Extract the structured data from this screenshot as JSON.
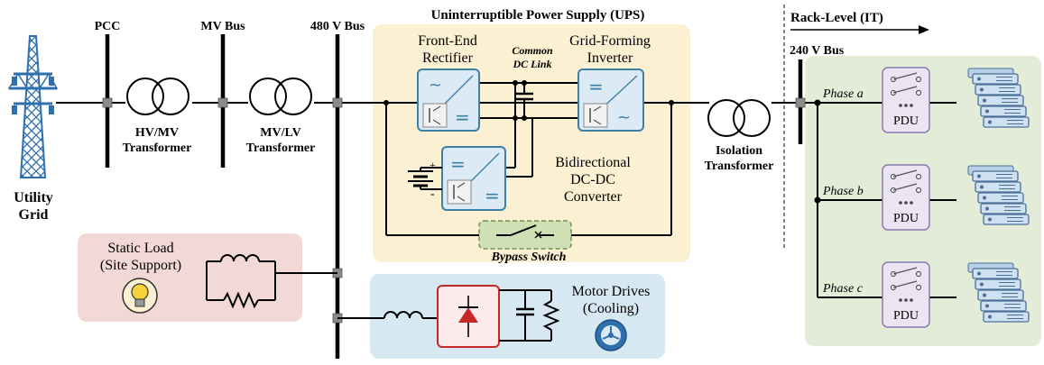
{
  "buses": {
    "pcc": "PCC",
    "mv": "MV Bus",
    "lv480": "480 V Bus",
    "v240": "240 V Bus"
  },
  "utility": {
    "line1": "Utility",
    "line2": "Grid"
  },
  "transformers": {
    "hvmv": {
      "line1": "HV/MV",
      "line2": "Transformer"
    },
    "mvlv": {
      "line1": "MV/LV",
      "line2": "Transformer"
    },
    "iso": {
      "line1": "Isolation",
      "line2": "Transformer"
    }
  },
  "ups": {
    "title": "Uninterruptible Power Supply (UPS)",
    "rectifier": {
      "line1": "Front-End",
      "line2": "Rectifier"
    },
    "dc_link": {
      "line1": "Common",
      "line2": "DC Link"
    },
    "inverter": {
      "line1": "Grid-Forming",
      "line2": "Inverter"
    },
    "dcdc": {
      "line1": "Bidirectional",
      "line2": "DC-DC",
      "line3": "Converter"
    },
    "bypass": "Bypass Switch",
    "battery_plus": "+",
    "battery_minus": "-"
  },
  "rack": {
    "title": "Rack-Level (IT)",
    "phases": [
      "Phase a",
      "Phase b",
      "Phase c"
    ],
    "pdu": "PDU"
  },
  "static_load": {
    "line1": "Static Load",
    "line2": "(Site Support)"
  },
  "motor": {
    "line1": "Motor Drives",
    "line2": "(Cooling)"
  },
  "colors": {
    "ups_bg": "#fbf0d2",
    "rack_bg": "#e3ecd6",
    "static_bg": "#f2d9d5",
    "motor_bg": "#d6e8f1",
    "converter_fill": "#dbeaf4",
    "converter_stroke": "#3f7fa6",
    "pdu_fill": "#ebe4f3",
    "pdu_stroke": "#8a78b0",
    "server_fill": "#cfe0f0",
    "server_stroke": "#4a6f99",
    "rectifier_red": "#c62828",
    "bypass_fill": "#cfe0b4",
    "tower_blue": "#2f6fae"
  }
}
